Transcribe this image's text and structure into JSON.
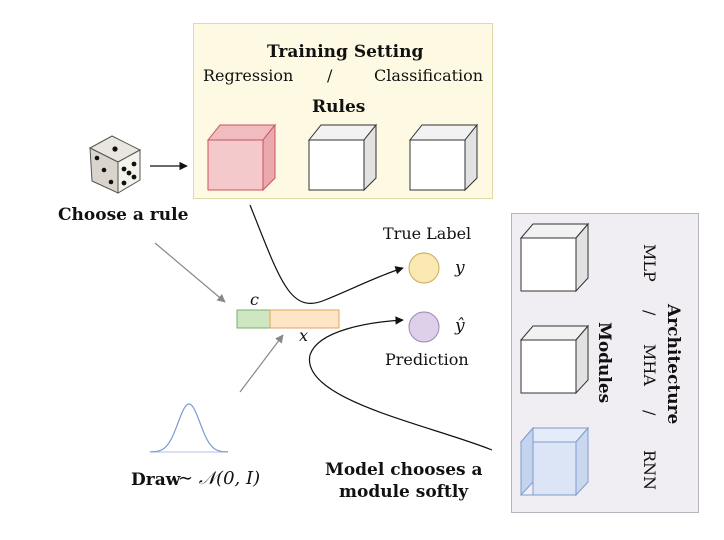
{
  "training": {
    "title": "Training Setting",
    "regression": "Regression",
    "slash": "/",
    "classification": "Classification",
    "rules_label": "Rules"
  },
  "left": {
    "choose_rule": "Choose a rule",
    "draw_label": "Draw",
    "draw_math": "∼ 𝒩(0, I)"
  },
  "input": {
    "c": "c",
    "x": "x"
  },
  "outputs": {
    "true_label": "True Label",
    "y": "y",
    "y_hat": "ŷ",
    "prediction": "Prediction"
  },
  "model": {
    "line1": "Model chooses a",
    "line2": "module softly"
  },
  "modules": {
    "title": "Modules",
    "architecture": "Architecture",
    "mlp": "MLP",
    "slash1": "/",
    "mha": "MHA",
    "slash2": "/",
    "rnn": "RNN"
  },
  "colors": {
    "rule_cube_front": "#f4c9cc",
    "rule_cube_edge": "#c9535c",
    "module_cube_front": "#dbe5f6",
    "module_cube_edge": "#7d9ccc",
    "c_segment": "#cfe6c3",
    "x_segment": "#fde5c6",
    "true_label_circle": "#fbe9b3",
    "prediction_circle": "#ddd0e8"
  }
}
